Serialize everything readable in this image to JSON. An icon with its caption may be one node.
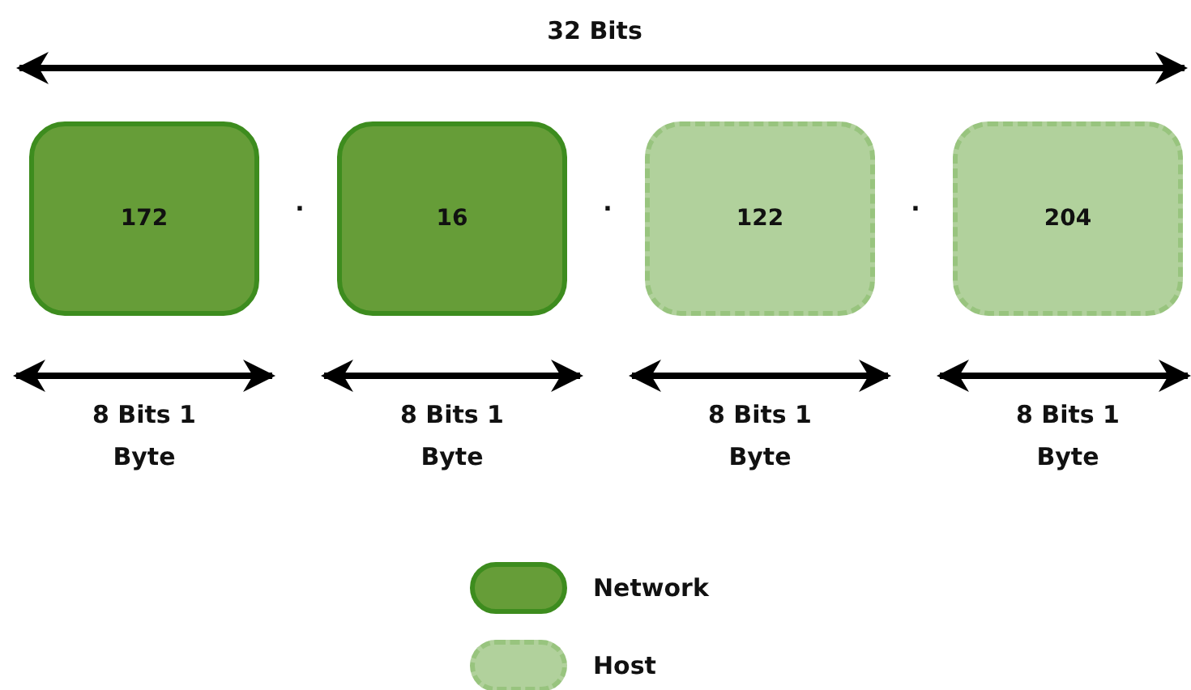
{
  "diagram": {
    "nodes": [
      {
        "text": [
          "172"
        ]
      },
      {
        "text": [
          "16"
        ]
      },
      {
        "text": [
          "122"
        ]
      },
      {
        "text": [
          "204"
        ]
      }
    ],
    "edges": [],
    "labels": [
      "32 Bits",
      ".",
      ".",
      ".",
      "8 Bits 1 Byte",
      "8 Bits 1 Byte",
      "8 Bits 1 Byte",
      "8 Bits 1 Byte"
    ],
    "legend": [
      {
        "text": "Network",
        "color": "#669d38"
      },
      {
        "text": "Host",
        "color": "#b1d19c"
      }
    ]
  }
}
